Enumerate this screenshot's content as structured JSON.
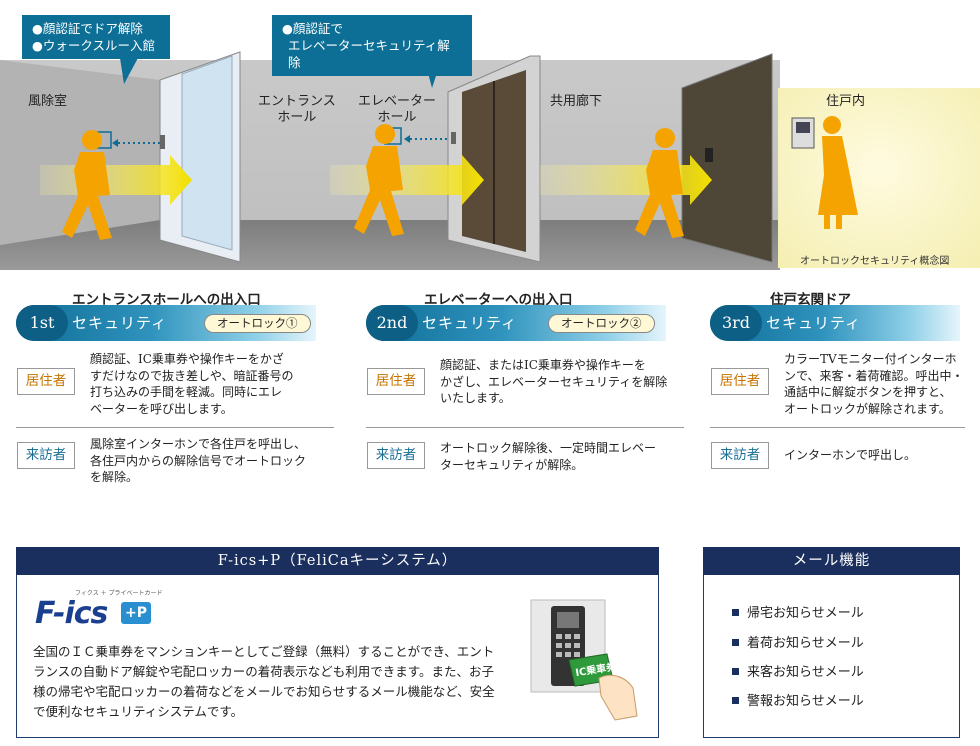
{
  "scene": {
    "callout_left": {
      "line1": "●顔認証でドア解除",
      "line2": "●ウォークスルー入館"
    },
    "callout_mid": {
      "line1": "●顔認証で",
      "line2": "エレベーターセキュリティ解除"
    },
    "rooms": {
      "windscreen": "風除室",
      "entrance_line1": "エントランス",
      "entrance_line2": "ホール",
      "elevator_line1": "エレベーター",
      "elevator_line2": "ホール",
      "corridor": "共用廊下",
      "unit": "住戸内"
    },
    "caption": "オートロックセキュリティ概念図"
  },
  "security": [
    {
      "title": "エントランスホールへの出入口",
      "num": "1st",
      "label": "セキュリティ",
      "pill": "オートロック①",
      "resident_label": "居住者",
      "resident_lines": [
        "顔認証、IC乗車券や操作キーをかざ",
        "すだけなので抜き差しや、暗証番号の",
        "打ち込みの手間を軽減。同時にエレ",
        "ベーターを呼び出します。"
      ],
      "visitor_label": "来訪者",
      "visitor_lines": [
        "風除室インターホンで各住戸を呼出し、",
        "各住戸内からの解除信号でオートロック",
        "を解除。"
      ]
    },
    {
      "title": "エレベーターへの出入口",
      "num": "2nd",
      "label": "セキュリティ",
      "pill": "オートロック②",
      "resident_label": "居住者",
      "resident_lines": [
        "顔認証、またはIC乗車券や操作キーを",
        "かざし、エレベーターセキュリティを解除",
        "いたします。"
      ],
      "visitor_label": "来訪者",
      "visitor_lines": [
        "オートロック解除後、一定時間エレベー",
        "ターセキュリティが解除。"
      ]
    },
    {
      "title": "住戸玄関ドア",
      "num": "3rd",
      "label": "セキュリティ",
      "pill": "",
      "resident_label": "居住者",
      "resident_lines": [
        "カラーTVモニター付インターホ",
        "ンで、来客・着荷確認。呼出中・",
        "通話中に解錠ボタンを押すと、",
        "オートロックが解除されます。"
      ],
      "visitor_label": "来訪者",
      "visitor_lines": [
        "インターホンで呼出し。"
      ]
    }
  ],
  "fics": {
    "heading": "F-ics+P（FeliCaキーシステム）",
    "logo_main": "F-ics",
    "logo_badge": "+P",
    "logo_small": "フィクス ＋ プライベートカード",
    "lines": [
      "全国のＩＣ乗車券をマンションキーとしてご登録（無料）することができ、エント",
      "ランスの自動ドア解錠や宅配ロッカーの着荷表示なども利用できます。また、お子",
      "様の帰宅や宅配ロッカーの着荷などをメールでお知らせするメール機能など、安全",
      "で便利なセキュリティシステムです。"
    ],
    "card_text": "IC乗車券"
  },
  "mail": {
    "heading": "メール機能",
    "items": [
      "帰宅お知らせメール",
      "着荷お知らせメール",
      "来客お知らせメール",
      "警報お知らせメール"
    ]
  },
  "colors": {
    "accent_blue": "#0e6d96",
    "navy": "#1b2f5e",
    "resident_orange": "#c77400",
    "figure_orange": "#f5a300",
    "arrow_yellow": "#f4e000"
  }
}
